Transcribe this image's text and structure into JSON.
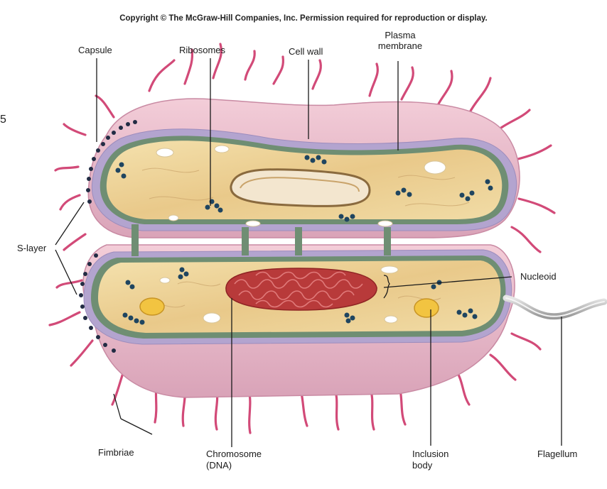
{
  "copyright": "Copyright © The McGraw-Hill Companies, Inc. Permission required for reproduction or display.",
  "edge_fragment": "5",
  "labels": {
    "capsule": "Capsule",
    "ribosomes": "Ribosomes",
    "cell_wall": "Cell wall",
    "plasma_membrane_1": "Plasma",
    "plasma_membrane_2": "membrane",
    "s_layer": "S-layer",
    "nucleoid": "Nucleoid",
    "fimbriae": "Fimbriae",
    "chromosome_1": "Chromosome",
    "chromosome_2": "(DNA)",
    "inclusion_1": "Inclusion",
    "inclusion_2": "body",
    "flagellum": "Flagellum"
  },
  "colors": {
    "capsule": "#e9b7c6",
    "cell_wall": "#b3a4cf",
    "membrane": "#6f8e73",
    "cytoplasm": "#efd79c",
    "chromosome": "#b83a3a",
    "fimbriae": "#d24a78",
    "ribosome": "#1f4560",
    "flagellum": "#bdbdbd"
  }
}
